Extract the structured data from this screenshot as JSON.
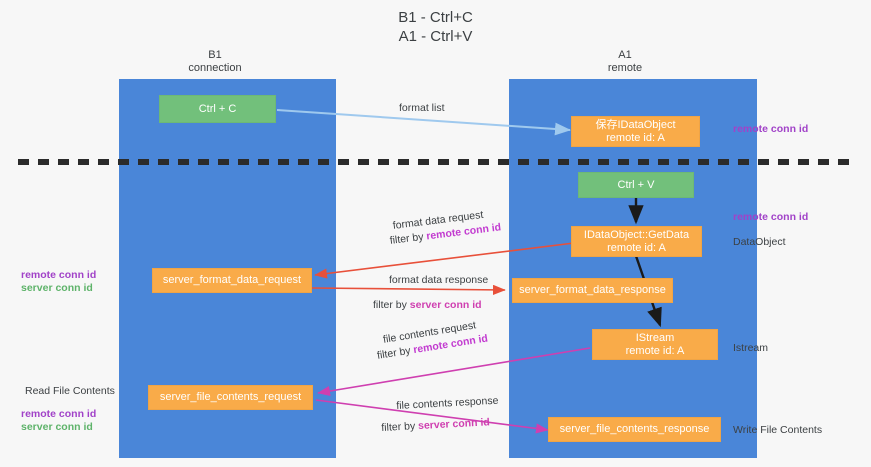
{
  "diagram": {
    "title": "B1 - Ctrl+C\nA1 - Ctrl+V",
    "columns": [
      {
        "id": "b1",
        "heading": "B1\nconnection"
      },
      {
        "id": "a1",
        "heading": "A1\nremote"
      }
    ],
    "nodes": [
      {
        "id": "ctrl-c",
        "label": "Ctrl + C",
        "color": "#72c07b",
        "column": "b1"
      },
      {
        "id": "save-idataobject",
        "label": "保存IDataObject\nremote id: A",
        "color": "#f9ab49",
        "column": "a1"
      },
      {
        "id": "ctrl-v",
        "label": "Ctrl + V",
        "color": "#72c07b",
        "column": "a1"
      },
      {
        "id": "idataobject-getdata",
        "label": "IDataObject::GetData\nremote id: A",
        "color": "#f9ab49",
        "column": "a1"
      },
      {
        "id": "server-format-data-request",
        "label": "server_format_data_request",
        "color": "#f9ab49",
        "column": "b1"
      },
      {
        "id": "server-format-data-response",
        "label": "server_format_data_response",
        "color": "#f9ab49",
        "column": "a1"
      },
      {
        "id": "istream",
        "label": "IStream\nremote id: A",
        "color": "#f9ab49",
        "column": "a1"
      },
      {
        "id": "server-file-contents-request",
        "label": "server_file_contents_request",
        "color": "#f9ab49",
        "column": "b1"
      },
      {
        "id": "server-file-contents-response",
        "label": "server_file_contents_response",
        "color": "#f9ab49",
        "column": "a1"
      }
    ],
    "edges": [
      {
        "id": "format-list",
        "caption": "format list",
        "filter_prefix": "",
        "filter_key": "",
        "color": "#9fc9ee"
      },
      {
        "id": "format-data-request",
        "caption": "format data request",
        "filter_prefix": "filter by ",
        "filter_key": "remote conn id",
        "color": "#e8503a"
      },
      {
        "id": "format-data-response",
        "caption": "format data response",
        "filter_prefix": "filter by ",
        "filter_key": "server conn id",
        "color": "#e8503a"
      },
      {
        "id": "file-contents-request",
        "caption": "file contents request",
        "filter_prefix": "filter by ",
        "filter_key": "remote conn id",
        "color": "#cf3fb0"
      },
      {
        "id": "file-contents-response",
        "caption": "file contents response",
        "filter_prefix": "filter by ",
        "filter_key": "server conn id",
        "color": "#cf3fb0"
      }
    ],
    "right_labels": [
      {
        "id": "rl-remote-conn-id-1",
        "text": "remote conn id",
        "style": "purple"
      },
      {
        "id": "rl-remote-conn-id-2",
        "text": "remote conn id",
        "style": "purple"
      },
      {
        "id": "rl-dataobject",
        "text": "DataObject",
        "style": "dark"
      },
      {
        "id": "rl-istream",
        "text": "Istream",
        "style": "dark"
      },
      {
        "id": "rl-write-file",
        "text": "Write File Contents",
        "style": "dark"
      }
    ],
    "left_labels": [
      {
        "id": "ll-remote-conn-id-1",
        "text": "remote conn id",
        "style": "purple"
      },
      {
        "id": "ll-server-conn-id-1",
        "text": "server conn id",
        "style": "green"
      },
      {
        "id": "ll-read-file",
        "text": "Read File Contents",
        "style": "dark"
      },
      {
        "id": "ll-remote-conn-id-2",
        "text": "remote conn id",
        "style": "purple"
      },
      {
        "id": "ll-server-conn-id-2",
        "text": "server conn id",
        "style": "green"
      }
    ],
    "colors": {
      "lane": "#4a86d8",
      "green": "#72c07b",
      "orange": "#f9ab49",
      "purple": "#a142c8",
      "green_text": "#5eb36a",
      "red_arrow": "#e8503a",
      "pink_arrow": "#cf3fb0",
      "blue_arrow": "#9fc9ee",
      "divider": "#2b2b2b",
      "background": "#f7f7f7"
    }
  }
}
